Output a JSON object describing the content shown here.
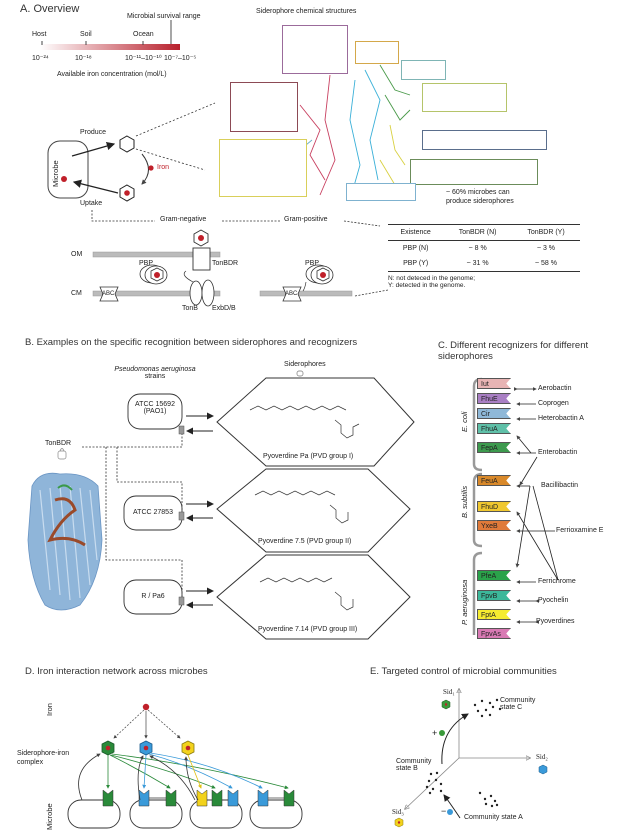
{
  "panelA": {
    "title": "A. Overview",
    "survival_label": "Microbial survival range",
    "env_labels": [
      "Host",
      "Soil",
      "Ocean"
    ],
    "ticks": [
      "10⁻²⁴",
      "10⁻¹⁸",
      "10⁻¹¹–10⁻¹⁰",
      "10⁻⁷–10⁻⁵"
    ],
    "axis_label": "Available iron concentration (mol/L)",
    "structures_title": "Siderophore chemical structures",
    "microbe_label": "Microbe",
    "produce_label": "Produce",
    "iron_label": "Iron",
    "uptake_label": "Uptake",
    "gram_negative": "Gram-negative",
    "gram_positive": "Gram-positive",
    "percent_note_line1": "~ 60% microbes can",
    "percent_note_line2": "produce siderophores",
    "om_label": "OM",
    "cm_label": "CM",
    "pbp_label": "PBP",
    "tonbdr_label": "TonBDR",
    "abc_label": "ABC",
    "tonb_label": "TonB",
    "exbdb_label": "ExbD/B",
    "table": {
      "headers": [
        "Existence",
        "TonBDR (N)",
        "TonBDR (Y)"
      ],
      "rows": [
        [
          "PBP (N)",
          "~ 8 %",
          "~ 3 %"
        ],
        [
          "PBP (Y)",
          "~ 31 %",
          "~ 58 %"
        ]
      ],
      "note_n": "N: not deteced in the genome;",
      "note_y": "Y: detected in the genome."
    },
    "structure_box_colors": [
      "#9b6b9b",
      "#d4a84a",
      "#7fb5b5",
      "#8c4a55",
      "#b5c46a",
      "#d9cf5a",
      "#5a6e8c",
      "#6b8c5a",
      "#7fb2cf"
    ]
  },
  "panelB": {
    "title": "B. Examples on the specific recognition between siderophores and recognizers",
    "siderophores_label": "Siderophores",
    "species_line1": "Pseudomonas aeruginosa",
    "species_line2": "strains",
    "tonbdr_label": "TonBDR",
    "strains": [
      {
        "line1": "ATCC 15692",
        "line2": "(PAO1)",
        "pyoverdine": "Pyoverdine Pa (PVD group I)"
      },
      {
        "line1": "ATCC 27853",
        "line2": "",
        "pyoverdine": "Pyoverdine 7.5 (PVD group II)"
      },
      {
        "line1": "R / Pa6",
        "line2": "",
        "pyoverdine": "Pyoverdine 7.14 (PVD group III)"
      }
    ]
  },
  "panelC": {
    "title_line1": "C. Different recognizers for different",
    "title_line2": "siderophores",
    "groups": [
      {
        "organism": "E. coli",
        "recognizers": [
          {
            "name": "Iut",
            "color": "#e8b4b4"
          },
          {
            "name": "FhuE",
            "color": "#a97fc4"
          },
          {
            "name": "Cir",
            "color": "#8fb8d8"
          },
          {
            "name": "FhuA",
            "color": "#5fc0a8"
          },
          {
            "name": "FepA",
            "color": "#3d9a4e"
          }
        ]
      },
      {
        "organism": "B. subtilis",
        "recognizers": [
          {
            "name": "FeuA",
            "color": "#d9892a"
          },
          {
            "name": "FhuD",
            "color": "#f0c830"
          },
          {
            "name": "YxeB",
            "color": "#e07a3a"
          }
        ]
      },
      {
        "organism": "P. aeruginosa",
        "recognizers": [
          {
            "name": "PfeA",
            "color": "#2aa34a"
          },
          {
            "name": "FpvB",
            "color": "#3cb89a"
          },
          {
            "name": "FptA",
            "color": "#f5ec30"
          },
          {
            "name": "FpvAs",
            "color": "#d97ab4"
          }
        ]
      }
    ],
    "siderophores": [
      "Aerobactin",
      "Coprogen",
      "Heterobactin A",
      "Enterobactin",
      "Bacillibactin",
      "Ferrioxamine E",
      "Ferrichrome",
      "Pyochelin",
      "Pyoverdines"
    ]
  },
  "panelD": {
    "title": "D. Iron interaction network across microbes",
    "iron_label": "Iron",
    "complex_line1": "Siderophore-iron",
    "complex_line2": "complex",
    "microbe_label": "Microbe",
    "colors": {
      "green": "#2a8a3a",
      "blue": "#3a9ad9",
      "yellow": "#f2d21c",
      "iron": "#c0202a"
    }
  },
  "panelE": {
    "title": "E. Targeted control of microbial communities",
    "axis1": "Sid₁",
    "axis2": "Sid₂",
    "axis3": "Sid₃",
    "state_c_line1": "Community",
    "state_c_line2": "state C",
    "state_b_line1": "Community",
    "state_b_line2": "state B",
    "state_a": "Community state A",
    "plus": "+",
    "minus": "−"
  }
}
